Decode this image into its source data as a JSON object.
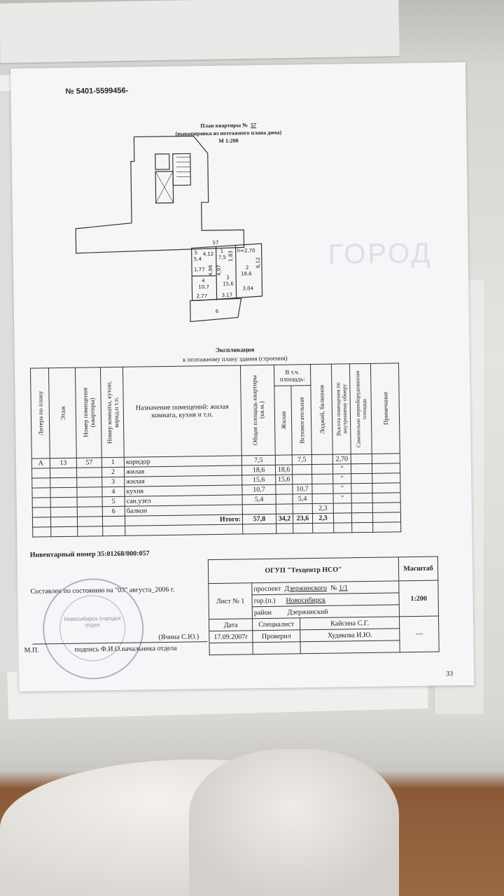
{
  "document": {
    "doc_number": "№ 5401-5599456-",
    "page_mark": "33",
    "plan": {
      "title": "План квартиры №",
      "apartment_number": "57",
      "subtitle": "(выкопировка из поэтажного плана дома)",
      "scale": "М 1:200",
      "labels": {
        "apt": "57",
        "r1_num": "1",
        "r1_area": "7,5",
        "r2_num": "2",
        "r2_area": "18,6",
        "r3_num": "3",
        "r3_area": "15,6",
        "r4_num": "4",
        "r4_area": "10,7",
        "r5_num": "5",
        "r5_area": "5,4",
        "r6_num": "6",
        "height": "h=2,70",
        "d1": "4,12",
        "d2": "1,83",
        "d3": "6,12",
        "d4": "1,77",
        "d5": "4,96",
        "d6": "4,97",
        "d7": "3,04",
        "d8": "2,77",
        "d9": "3,17"
      }
    },
    "explication": {
      "title": "Экспликация",
      "subtitle": "к поэтажному плану здания (строения)",
      "headers": {
        "litera": "Литера по плану",
        "floor": "Этаж",
        "premises_no": "Номер помещения (квартиры)",
        "room_no": "Номер комнаты, кухни, корид.и т.п.",
        "purpose": "Назначение помещений: жилая комната, кухня и т.п.",
        "total_area": "Общая площадь квартиры (кв.м.)",
        "incl": "В т.ч. площадь:",
        "living": "Жилая",
        "aux": "Вспомогательная",
        "balcony": "Лоджий, балконов",
        "height": "Высота помещения по внутреннему обмеру",
        "self": "Самовольно переоборудованная площадь",
        "note": "Примечание"
      },
      "rows": [
        {
          "litera": "А",
          "floor": "13",
          "premises": "57",
          "room": "1",
          "purpose": "коридор",
          "total": "7,5",
          "living": "",
          "aux": "7,5",
          "balcony": "",
          "height": "2,70"
        },
        {
          "litera": "",
          "floor": "",
          "premises": "",
          "room": "2",
          "purpose": "жилая",
          "total": "18,6",
          "living": "18,6",
          "aux": "",
          "balcony": "",
          "height": "\""
        },
        {
          "litera": "",
          "floor": "",
          "premises": "",
          "room": "3",
          "purpose": "жилая",
          "total": "15,6",
          "living": "15,6",
          "aux": "",
          "balcony": "",
          "height": "\""
        },
        {
          "litera": "",
          "floor": "",
          "premises": "",
          "room": "4",
          "purpose": "кухня",
          "total": "10,7",
          "living": "",
          "aux": "10,7",
          "balcony": "",
          "height": "\""
        },
        {
          "litera": "",
          "floor": "",
          "premises": "",
          "room": "5",
          "purpose": "сан.узел",
          "total": "5,4",
          "living": "",
          "aux": "5,4",
          "balcony": "",
          "height": "\""
        },
        {
          "litera": "",
          "floor": "",
          "premises": "",
          "room": "6",
          "purpose": "балкон",
          "total": "",
          "living": "",
          "aux": "",
          "balcony": "2,3",
          "height": ""
        }
      ],
      "totals": {
        "label": "Итого:",
        "total": "57,8",
        "living": "34,2",
        "aux": "23,6",
        "balcony": "2,3"
      }
    },
    "watermark": "ГОРОД",
    "inventory": "Инвентарный номер 35:01268/000:057",
    "compiled": "Составлен по состоянию на \"03\" августа_2006 г.",
    "head_name": "(Ячина С.Ю.)",
    "mp": "М.П.",
    "signature_caption": "подпись Ф.И.О.начальника отдела",
    "stamp_text": "Новосибирск (городск отдел",
    "title_block": {
      "org": "ОГУП  \"Техцентр НСО\"",
      "scale_label": "Масштаб",
      "scale_value": "1:200",
      "sheet": "Лист № 1",
      "street_label": "проспект",
      "street": "Дзержинского",
      "no_label": "№",
      "no": "1/1",
      "city_label": "гор.(п.)",
      "city": "Новосибирск",
      "district_label": "район",
      "district": "Дзержинский",
      "date_label": "Дата",
      "date": "17.09.2007г",
      "specialist_label": "Специалист",
      "specialist": "Кайсина С.Г.",
      "checked_label": "Проверил",
      "checked": "Худякова И.Ю."
    }
  }
}
